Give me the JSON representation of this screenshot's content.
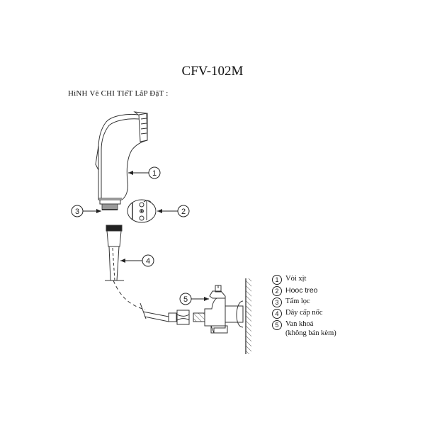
{
  "title": "CFV-102M",
  "subtitle": "HìNH Vẽ CHI TIếT LắP ĐặT :",
  "callouts": [
    "1",
    "2",
    "3",
    "4",
    "5"
  ],
  "legend": [
    {
      "num": "1",
      "label": "Vòi xịt"
    },
    {
      "num": "2",
      "label": "Hooc treo"
    },
    {
      "num": "3",
      "label": "Tấm lọc"
    },
    {
      "num": "4",
      "label": "Dây cấp nốc"
    },
    {
      "num": "5",
      "label": "Van khoá",
      "note": "(không bán kèm)"
    }
  ],
  "colors": {
    "line": "#333333",
    "filter": "#999999",
    "text": "#111111"
  }
}
